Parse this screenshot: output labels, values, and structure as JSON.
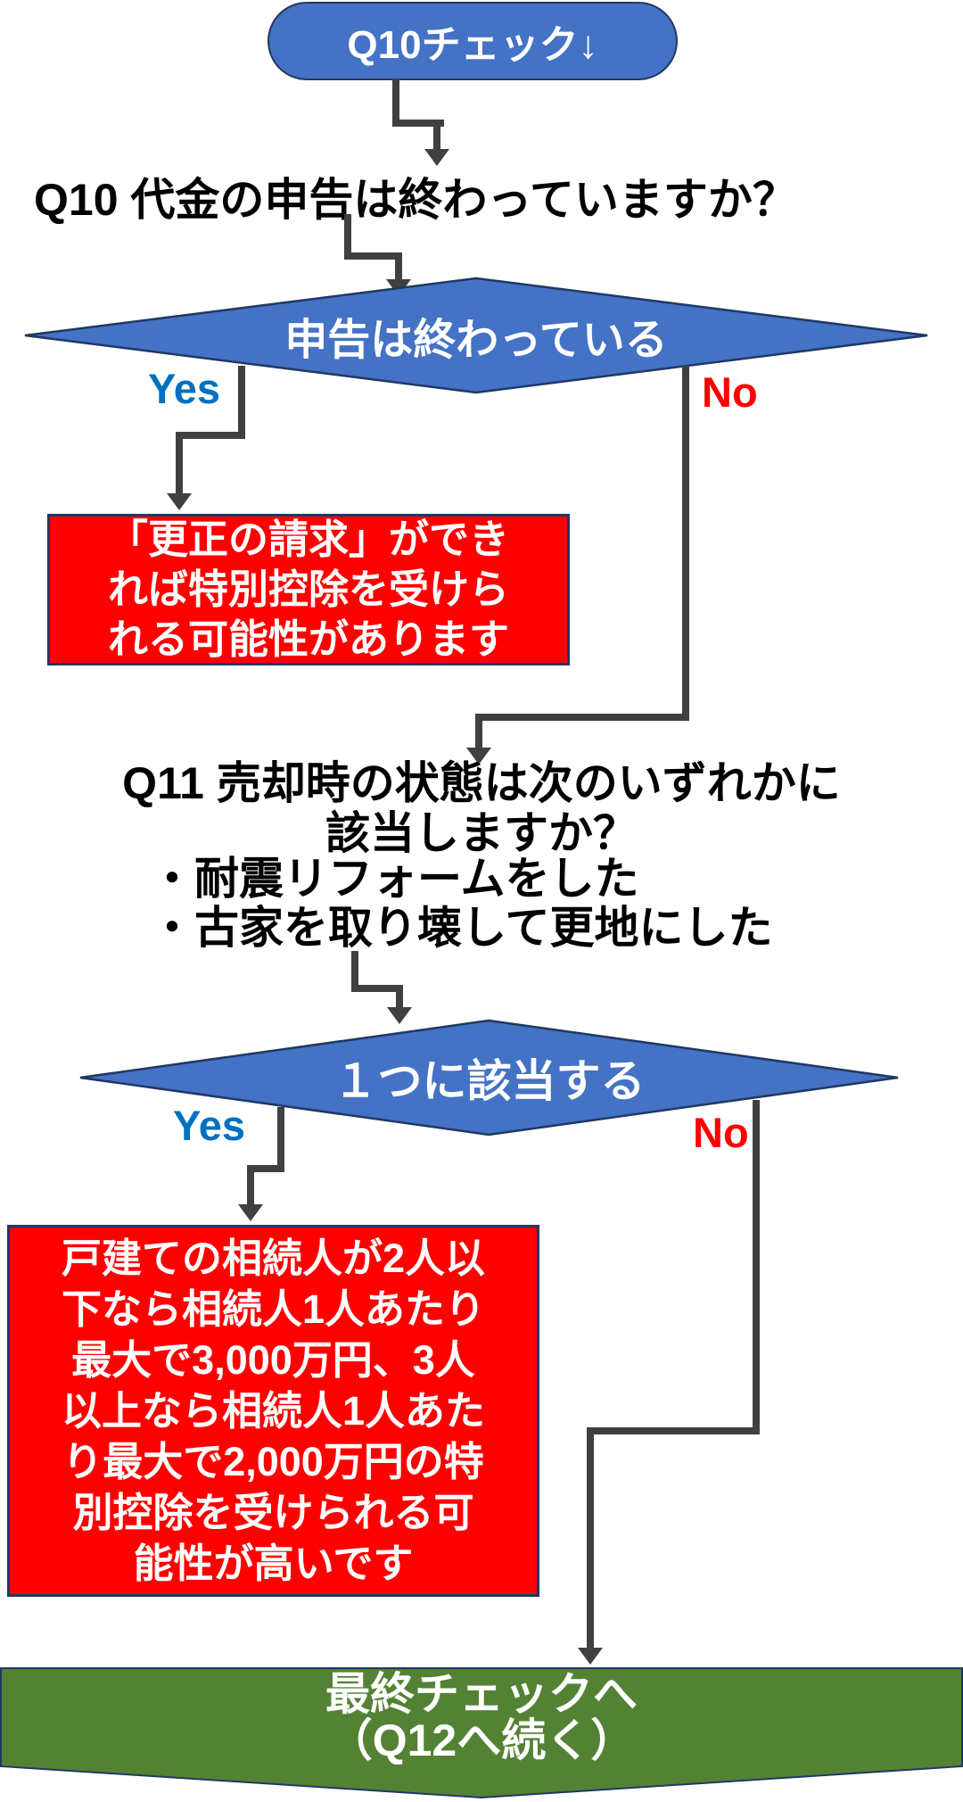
{
  "flowchart": {
    "title_pill": "Q10チェック↓",
    "q10": {
      "question": "Q10 代金の申告は終わっていますか？"
    },
    "decision1": {
      "label": "申告は終わっている",
      "yes_label": "Yes",
      "no_label": "No"
    },
    "result1": {
      "lines": [
        "「更正の請求」ができ",
        "れば特別控除を受けら",
        "れる可能性があります"
      ]
    },
    "q11": {
      "question_line1": "Q11 売却時の状態は次のいずれかに",
      "question_line2": "該当しますか？",
      "bullets": [
        "・耐震リフォームをした",
        "・古家を取り壊して更地にした"
      ]
    },
    "decision2": {
      "label": "１つに該当する",
      "yes_label": "Yes",
      "no_label": "No"
    },
    "result2": {
      "lines": [
        "戸建ての相続人が2人以",
        "下なら相続人1人あたり",
        "最大で3,000万円、3人",
        "以上なら相続人1人あた",
        "り最大で2,000万円の特",
        "別控除を受けられる可",
        "能性が高いです"
      ]
    },
    "end_banner": {
      "line1": "最終チェックへ",
      "line2": "（Q12へ続く）"
    }
  },
  "colors": {
    "node_blue": "#4472C4",
    "node_border_navy": "#1F3864",
    "alert_red": "#FF0000",
    "end_green": "#548235",
    "connector_gray": "#404040",
    "yes_blue": "#0070C0",
    "no_red": "#FF0000"
  }
}
